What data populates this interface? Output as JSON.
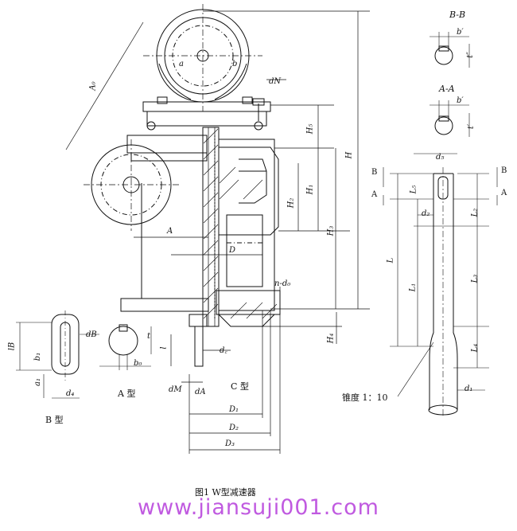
{
  "figure": {
    "caption": "图1 W型减速器",
    "watermark": "www.jiansuji001.com",
    "type_labels": {
      "a": "A 型",
      "b": "B 型",
      "c": "C 型"
    },
    "taper_note": "锥度 1：10",
    "section_bb": "B-B",
    "section_aa": "A-A",
    "arrow_letters": {
      "b": "B",
      "a": "A"
    }
  },
  "dims": {
    "A0": "A₀",
    "a": "a",
    "b": "b",
    "dN": "dN",
    "H5": "H₅",
    "H": "H",
    "H1": "H₁",
    "H2": "H₂",
    "H3": "H₃",
    "H4": "H₄",
    "A": "A",
    "D": "D",
    "n_d0": "n-d₀",
    "D1": "D₁",
    "D2": "D₂",
    "D3": "D₃",
    "l": "l",
    "dc": "d꜀",
    "dM": "dM",
    "dA": "dA",
    "t": "t",
    "bo": "b₀",
    "lB": "lB",
    "b1": "b₁",
    "dB": "dB",
    "a1": "a₁",
    "d4": "d₄",
    "bprime": "b′",
    "tpp": "t″",
    "tp": "t′",
    "d5": "d₅",
    "L5": "L₅",
    "d2": "d₂",
    "L2": "L₂",
    "L": "L",
    "L1": "L₁",
    "L3": "L₃",
    "L4": "L₄",
    "d1": "d₁"
  }
}
